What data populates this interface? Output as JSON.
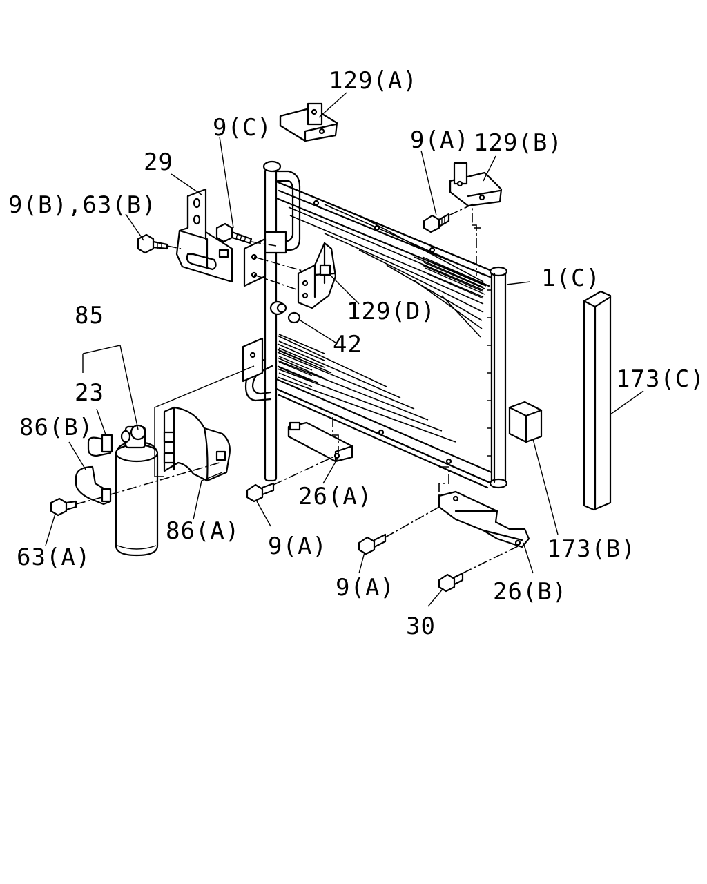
{
  "labels": {
    "l129A": "129(A)",
    "l9C": "9(C)",
    "l29": "29",
    "l9A_top": "9(A)",
    "l129B": "129(B)",
    "l9B63B": "9(B),63(B)",
    "l1C": "1(C)",
    "l129D": "129(D)",
    "l42": "42",
    "l85": "85",
    "l173C": "173(C)",
    "l23": "23",
    "l86B": "86(B)",
    "l26A": "26(A)",
    "l86A": "86(A)",
    "l9A_mid": "9(A)",
    "l63A": "63(A)",
    "l173B": "173(B)",
    "l9A_low": "9(A)",
    "l26B": "26(B)",
    "l30": "30"
  }
}
